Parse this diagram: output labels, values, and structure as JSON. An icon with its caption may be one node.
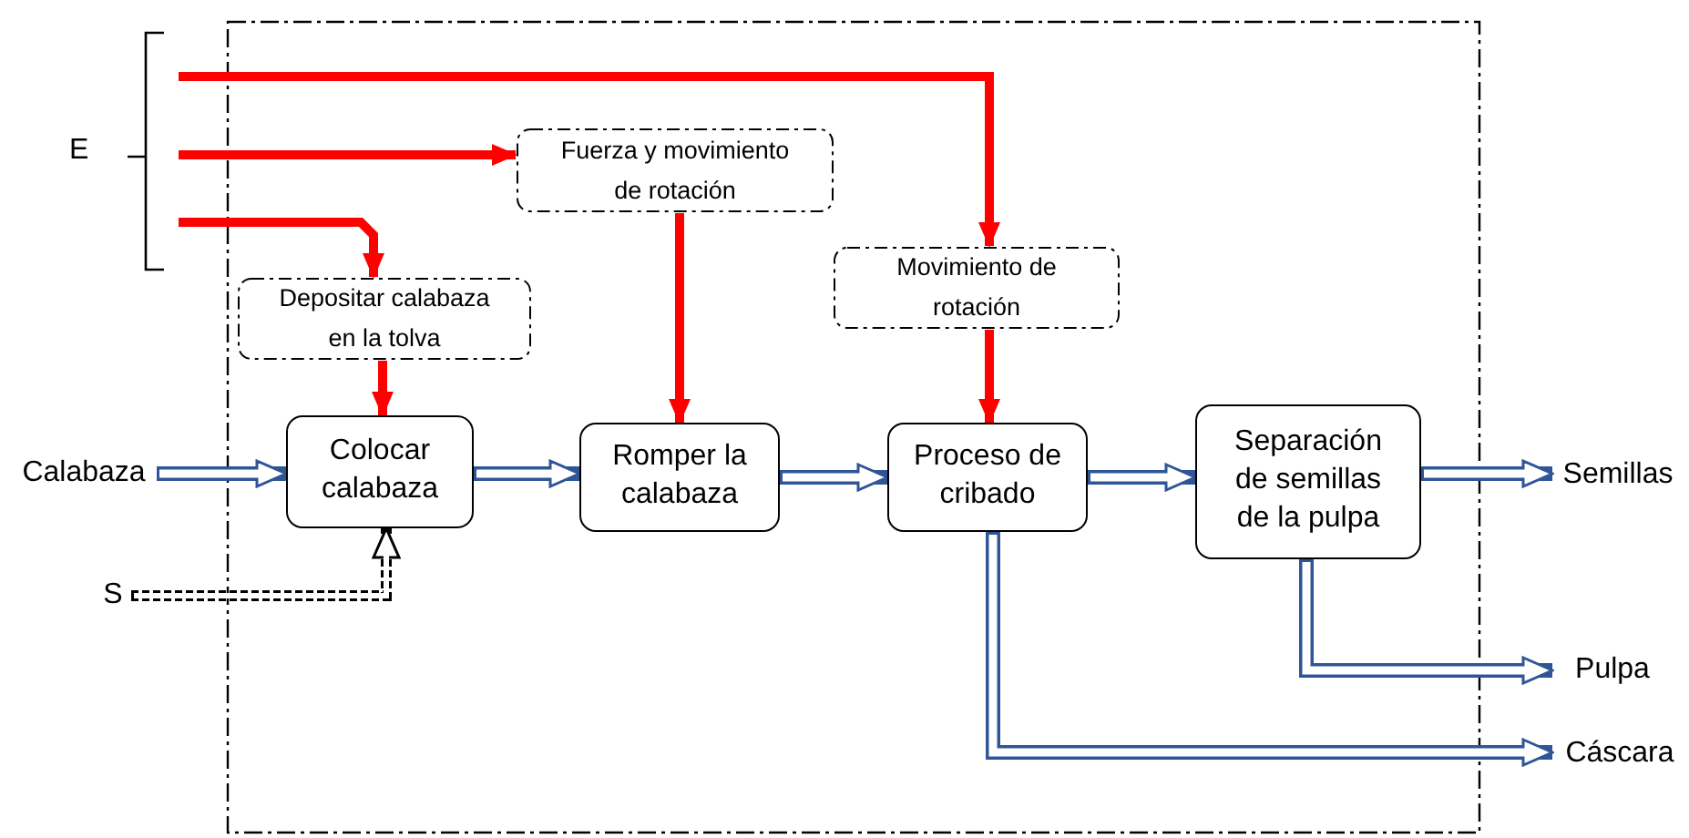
{
  "diagram": {
    "nodes": [
      {
        "text": [
          "E"
        ]
      },
      {
        "text": [
          "Fuerza y movimiento de rotación"
        ]
      },
      {
        "text": [
          "Depositar calabaza en la tolva"
        ]
      },
      {
        "text": [
          "Movimiento de rotación"
        ]
      },
      {
        "text": [
          "Calabaza"
        ]
      },
      {
        "text": [
          "Colocar calabaza"
        ]
      },
      {
        "text": [
          "Romper la calabaza"
        ]
      },
      {
        "text": [
          "Proceso de cribado"
        ]
      },
      {
        "text": [
          "Separación de semillas de la pulpa"
        ]
      },
      {
        "text": [
          "Semillas"
        ]
      },
      {
        "text": [
          "S"
        ]
      },
      {
        "text": [
          "Pulpa"
        ]
      },
      {
        "text": [
          "Cáscara"
        ]
      }
    ],
    "edges": [
      {
        "from": 0,
        "to": 3,
        "arrow": "to",
        "color": "#ff0000"
      },
      {
        "from": 0,
        "to": 1,
        "arrow": "to",
        "color": "#ff0000"
      },
      {
        "from": 0,
        "to": 2,
        "arrow": "to",
        "color": "#ff0000"
      },
      {
        "from": 2,
        "to": 5,
        "arrow": "to",
        "color": "#ff0000"
      },
      {
        "from": 1,
        "to": 6,
        "arrow": "to",
        "color": "#ff0000"
      },
      {
        "from": 3,
        "to": 7,
        "arrow": "to",
        "color": "#ff0000"
      },
      {
        "from": 4,
        "to": 5,
        "arrow": "to"
      },
      {
        "from": 5,
        "to": 6,
        "arrow": "to"
      },
      {
        "from": 6,
        "to": 7,
        "arrow": "to"
      },
      {
        "from": 7,
        "to": 8,
        "arrow": "to"
      },
      {
        "from": 8,
        "to": 9,
        "arrow": "to"
      },
      {
        "from": 8,
        "to": 11,
        "arrow": "to"
      },
      {
        "from": 7,
        "to": 12,
        "arrow": "to"
      },
      {
        "from": 10,
        "to": 5,
        "arrow": "to",
        "style": "dashed",
        "color": "#000000"
      }
    ]
  }
}
